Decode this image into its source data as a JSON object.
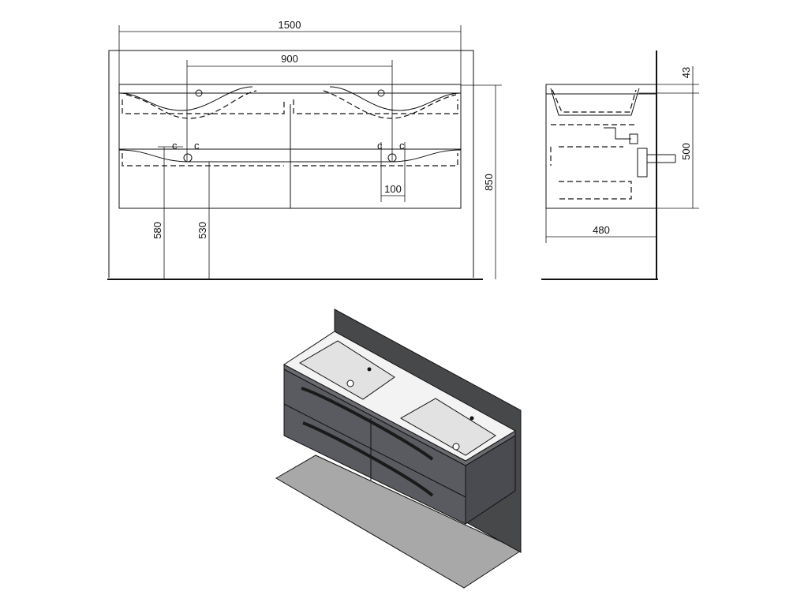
{
  "drawing": {
    "dimensions": {
      "overall_width": "1500",
      "tap_spacing": "900",
      "drain_offset": "100",
      "floor_to_top": "850",
      "left_height_1": "580",
      "left_height_2": "530",
      "side_top": "43",
      "side_body": "500",
      "side_depth": "480"
    }
  },
  "colors": {
    "line": "#111111",
    "cabinet_front": "#5a5b60",
    "cabinet_side": "#4a4b50",
    "cabinet_top_edge": "#6a6b70",
    "basin_top": "#f3f3f3",
    "basin_inner": "#e2e2e2",
    "wall_panel": "#474849",
    "floor": "#a8a8a8"
  }
}
